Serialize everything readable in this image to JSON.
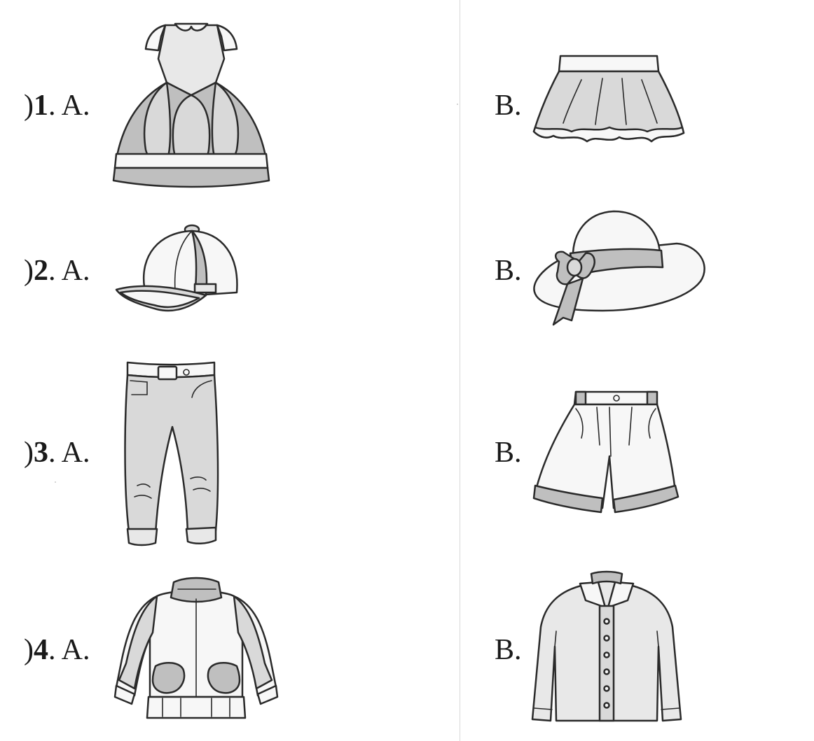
{
  "questions": [
    {
      "paren": ")",
      "number": "1",
      "option_a": ". A.",
      "option_b": "B.",
      "a_icon": "dress-icon",
      "b_icon": "skirt-icon"
    },
    {
      "paren": ")",
      "number": "2",
      "option_a": ". A.",
      "option_b": "B.",
      "a_icon": "cap-icon",
      "b_icon": "sun-hat-icon"
    },
    {
      "paren": ")",
      "number": "3",
      "option_a": ". A.",
      "option_b": "B.",
      "a_icon": "trousers-icon",
      "b_icon": "shorts-icon"
    },
    {
      "paren": ")",
      "number": "4",
      "option_a": ". A.",
      "option_b": "B.",
      "a_icon": "jacket-icon",
      "b_icon": "shirt-icon"
    }
  ]
}
